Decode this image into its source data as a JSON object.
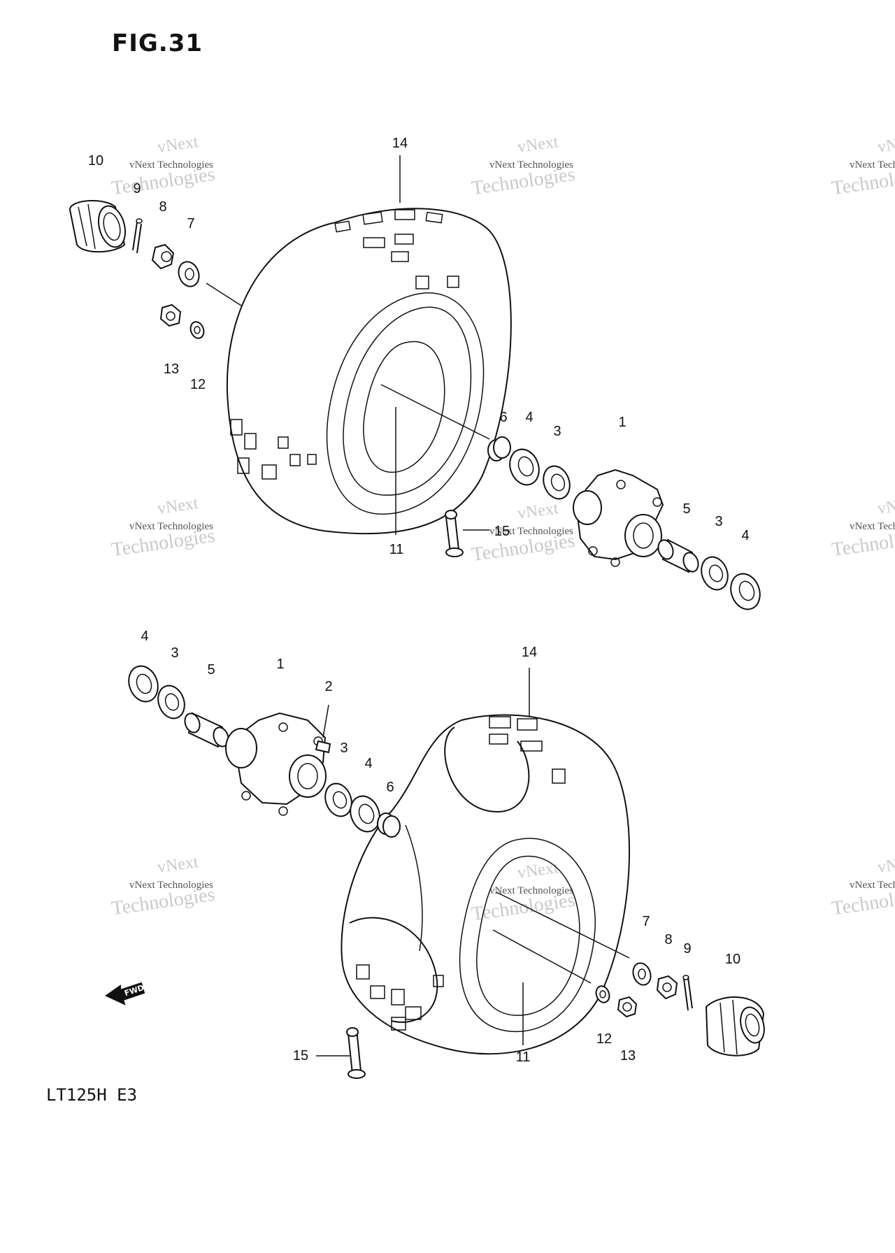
{
  "figure": {
    "title": "FIG.31",
    "model": "LT125H  E3"
  },
  "callouts": [
    {
      "id": "c10-top",
      "text": "10"
    },
    {
      "id": "c9-top",
      "text": "9"
    },
    {
      "id": "c8-top",
      "text": "8"
    },
    {
      "id": "c7-top",
      "text": "7"
    },
    {
      "id": "c13-top",
      "text": "13"
    },
    {
      "id": "c12-top",
      "text": "12"
    },
    {
      "id": "c14-top",
      "text": "14"
    },
    {
      "id": "c11-top",
      "text": "11"
    },
    {
      "id": "c6-top",
      "text": "6"
    },
    {
      "id": "c4-top-a",
      "text": "4"
    },
    {
      "id": "c3-top-a",
      "text": "3"
    },
    {
      "id": "c1-top",
      "text": "1"
    },
    {
      "id": "c15-top",
      "text": "15"
    },
    {
      "id": "c5-top",
      "text": "5"
    },
    {
      "id": "c3-top-b",
      "text": "3"
    },
    {
      "id": "c4-top-b",
      "text": "4"
    },
    {
      "id": "c4-bot-a",
      "text": "4"
    },
    {
      "id": "c3-bot-a",
      "text": "3"
    },
    {
      "id": "c5-bot",
      "text": "5"
    },
    {
      "id": "c1-bot",
      "text": "1"
    },
    {
      "id": "c2-bot",
      "text": "2"
    },
    {
      "id": "c3-bot-b",
      "text": "3"
    },
    {
      "id": "c4-bot-b",
      "text": "4"
    },
    {
      "id": "c6-bot",
      "text": "6"
    },
    {
      "id": "c14-bot",
      "text": "14"
    },
    {
      "id": "c7-bot",
      "text": "7"
    },
    {
      "id": "c8-bot",
      "text": "8"
    },
    {
      "id": "c9-bot",
      "text": "9"
    },
    {
      "id": "c10-bot",
      "text": "10"
    },
    {
      "id": "c12-bot",
      "text": "12"
    },
    {
      "id": "c13-bot",
      "text": "13"
    },
    {
      "id": "c11-bot",
      "text": "11"
    },
    {
      "id": "c15-bot",
      "text": "15"
    }
  ],
  "watermark": {
    "line1": "vNext",
    "line2": "vNext Technologies",
    "line3": "Technologies",
    "color": "#c9c9c9"
  },
  "fwd_arrow": {
    "label": "FWD"
  },
  "colors": {
    "ink": "#111111",
    "paper": "#ffffff"
  }
}
